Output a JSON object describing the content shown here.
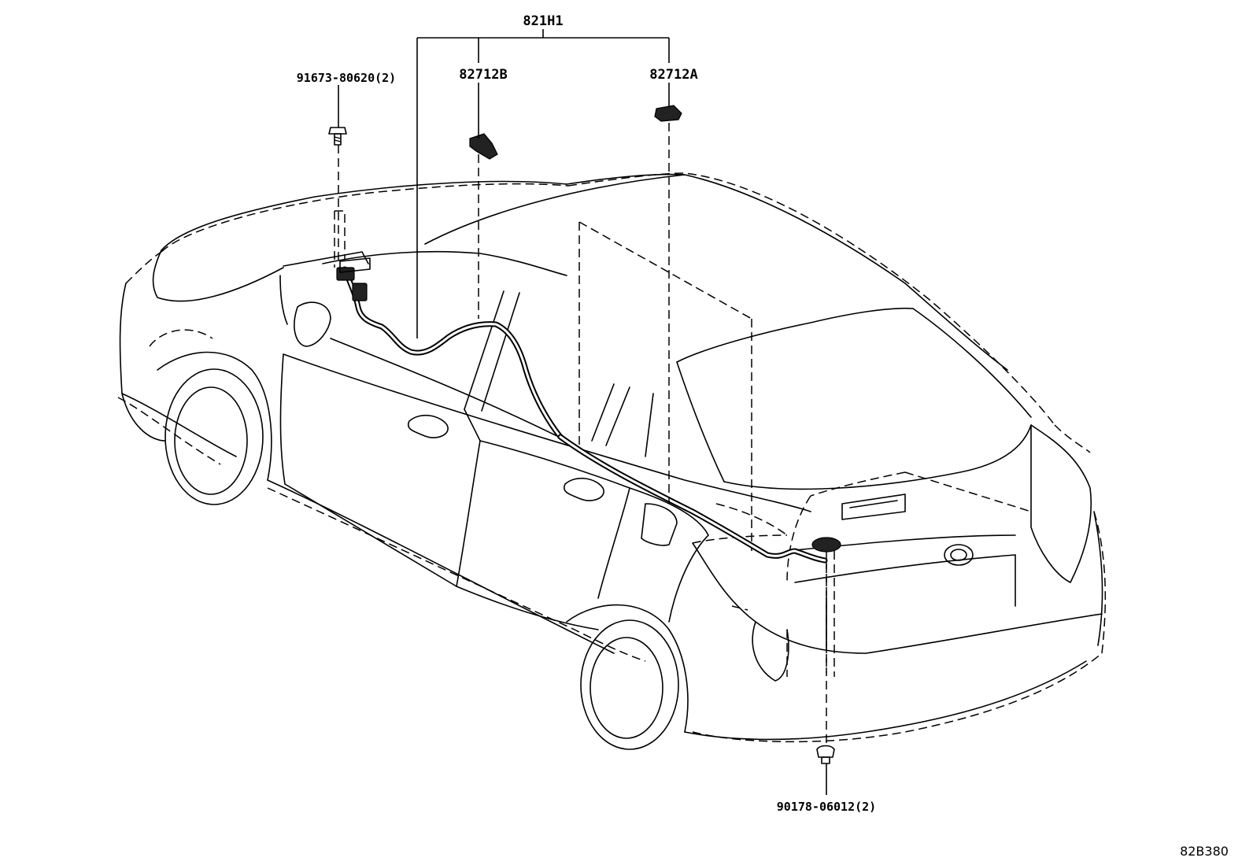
{
  "diagram": {
    "assembly_label": "821H1",
    "callouts": [
      {
        "id": "part-91673",
        "label": "91673-80620(2)"
      },
      {
        "id": "part-82712b",
        "label": "82712B"
      },
      {
        "id": "part-82712a",
        "label": "82712A"
      },
      {
        "id": "part-90178",
        "label": "90178-06012(2)"
      }
    ],
    "illustration_code": "82B380"
  }
}
